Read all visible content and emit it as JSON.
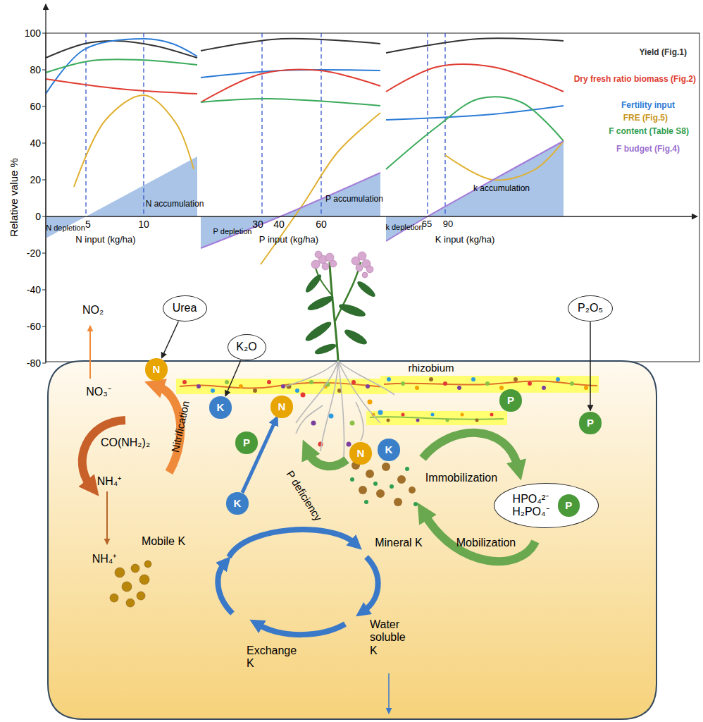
{
  "diagram": {
    "nodes": [
      {
        "text": [
          "Urea"
        ]
      },
      {
        "text": [
          "K₂O"
        ]
      },
      {
        "text": [
          "P₂O₅"
        ]
      },
      {
        "text": [
          "N"
        ]
      },
      {
        "text": [
          "K"
        ]
      },
      {
        "text": [
          "N"
        ]
      },
      {
        "text": [
          "P"
        ]
      },
      {
        "text": [
          "P"
        ]
      },
      {
        "text": [
          "P"
        ]
      },
      {
        "text": [
          "K"
        ]
      },
      {
        "text": [
          "N"
        ]
      },
      {
        "text": [
          "HPO₄²⁻ H₂PO₄⁻"
        ]
      },
      {
        "text": [
          "P"
        ],
        "in": 11
      },
      {
        "text": [
          "K"
        ]
      }
    ],
    "edges": [
      {
        "from": 0,
        "to": 3,
        "arrow": "to"
      },
      {
        "from": 1,
        "to": 4,
        "arrow": "to"
      },
      {
        "from": 2,
        "to": 7,
        "arrow": "to"
      },
      {
        "from": 13,
        "to": 5,
        "arrow": "to"
      }
    ],
    "labels": [
      "100",
      "80",
      "60",
      "40",
      "20",
      "0",
      "-20",
      "-40",
      "-60",
      "-80",
      "Relative value %",
      "N depletion",
      "5",
      "10",
      "N input (kg/ha)",
      "N accumulation",
      "P depletion",
      "30",
      "40",
      "60",
      "P input (kg/ha)",
      "P accumulation",
      "k depletion",
      "65",
      "90",
      "K input (kg/ha)",
      "k accumulation",
      "Yield (Fig.1)",
      "Dry fresh ratio biomass (Fig.2)",
      "Fertility input",
      "FRE (Fig.5)",
      "F content (Table S8)",
      "F budget (Fig.4)",
      "NO₂",
      "NO₃⁻",
      "Nitrification",
      "CO(NH₂)₂",
      "NH₄⁺",
      "NH₄⁺",
      "rhizobium",
      "P deficiency",
      "Immobilization",
      "Mobilization",
      "Mobile K",
      "Mineral K",
      "Exchange K",
      "Water soluble K"
    ]
  }
}
